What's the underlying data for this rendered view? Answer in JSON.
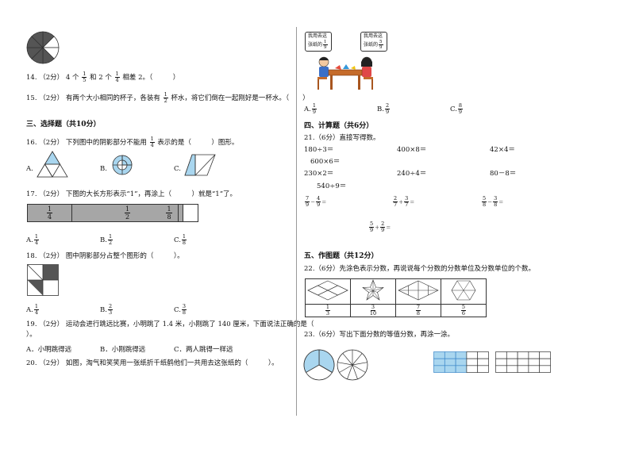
{
  "q14": {
    "num": "14.",
    "score": "（2分）",
    "t1": "4 个",
    "f1": [
      "1",
      "5"
    ],
    "t2": "和 2 个",
    "f2": [
      "1",
      "4"
    ],
    "t3": "相差 2。（　　　）"
  },
  "q15": {
    "num": "15.",
    "score": "（2分）",
    "t1": "有两个大小相同的杯子，各装有",
    "f1": [
      "1",
      "2"
    ],
    "t2": "杯水，将它们倒在一起刚好是一杯水。（　　）"
  },
  "sec3": "三、选择题（共10分）",
  "q16": {
    "num": "16.",
    "score": "（2分）",
    "t1": "下列图中的阴影部分不能用",
    "f1": [
      "1",
      "4"
    ],
    "t2": "表示的是（　　　）图形。",
    "a": "A.",
    "b": "B.",
    "c": "C."
  },
  "q17": {
    "num": "17.",
    "score": "（2分）",
    "text": "下图的大长方形表示“1”，再涂上（　　　）就是“1”了。",
    "bar": [
      [
        "1",
        "4"
      ],
      [
        "1",
        "2"
      ],
      [
        "1",
        "8"
      ]
    ],
    "a": "A.",
    "fa": [
      "1",
      "4"
    ],
    "b": "B.",
    "fb": [
      "1",
      "2"
    ],
    "c": "C.",
    "fc": [
      "1",
      "8"
    ]
  },
  "q18": {
    "num": "18.",
    "score": "（2分）",
    "text": "图中阴影部分占整个图形的（　　　）。",
    "a": "A.",
    "fa": [
      "1",
      "4"
    ],
    "b": "B.",
    "fb": [
      "2",
      "3"
    ],
    "c": "C.",
    "fc": [
      "3",
      "8"
    ]
  },
  "q19": {
    "num": "19.",
    "score": "（2分）",
    "text": "运动会进行跳远比赛，小明跳了 1.4 米，小刚跳了 140 厘米，下面说法正确的是（",
    "cont": "）。",
    "a": "A．小明跳得远",
    "b": "B．小刚跳得远",
    "c": "C．两人跳得一样远"
  },
  "q20": {
    "num": "20.",
    "score": "（2分）",
    "text": "如图，淘气和笑笑用一张纸折千纸鹤他们一共用去这张纸的（　　　）。",
    "bubble_left": [
      "我用去这",
      "张纸的"
    ],
    "bubble_left_frac": [
      "1",
      "9"
    ],
    "bubble_right": [
      "我用去这",
      "张纸的"
    ],
    "bubble_right_frac": [
      "5",
      "9"
    ],
    "a": "A.",
    "fa": [
      "1",
      "9"
    ],
    "b": "B.",
    "fb": [
      "2",
      "9"
    ],
    "c": "C.",
    "fc": [
      "8",
      "9"
    ]
  },
  "sec4": "四、计算题（共6分）",
  "q21": {
    "num": "21.",
    "score": "（6分）",
    "text": "直接写得数。",
    "row1": [
      "180÷3＝",
      "400×8＝",
      "42×4＝"
    ],
    "row1b": "600×6＝",
    "row2": [
      "230×2＝",
      "240÷4＝",
      "80－8＝"
    ],
    "row2b": "540÷9＝",
    "f1": [
      [
        "7",
        "9"
      ],
      "－",
      [
        "4",
        "9"
      ],
      "＝"
    ],
    "f2": [
      [
        "2",
        "7"
      ],
      "＋",
      [
        "3",
        "7"
      ],
      "＝"
    ],
    "f3": [
      [
        "5",
        "8"
      ],
      "－",
      [
        "3",
        "8"
      ],
      "＝"
    ],
    "f4": [
      [
        "5",
        "9"
      ],
      "＋",
      [
        "2",
        "9"
      ],
      "＝"
    ]
  },
  "sec5": "五、作图题（共12分）",
  "q22": {
    "num": "22.",
    "score": "（6分）",
    "text": "先涂色表示分数，再说说每个分数的分数单位及分数单位的个数。",
    "fracs": [
      [
        "1",
        "3"
      ],
      [
        "3",
        "10"
      ],
      [
        "7",
        "8"
      ],
      [
        "5",
        "6"
      ]
    ]
  },
  "q23": {
    "num": "23.",
    "score": "（6分）",
    "text": "写出下面分数的等值分数，再涂一涂。"
  },
  "colors": {
    "shade": "#555555",
    "light_blue": "#a9d6ef",
    "blue_stroke": "#3a86c8",
    "bar_gray": "#a6a6a6"
  }
}
